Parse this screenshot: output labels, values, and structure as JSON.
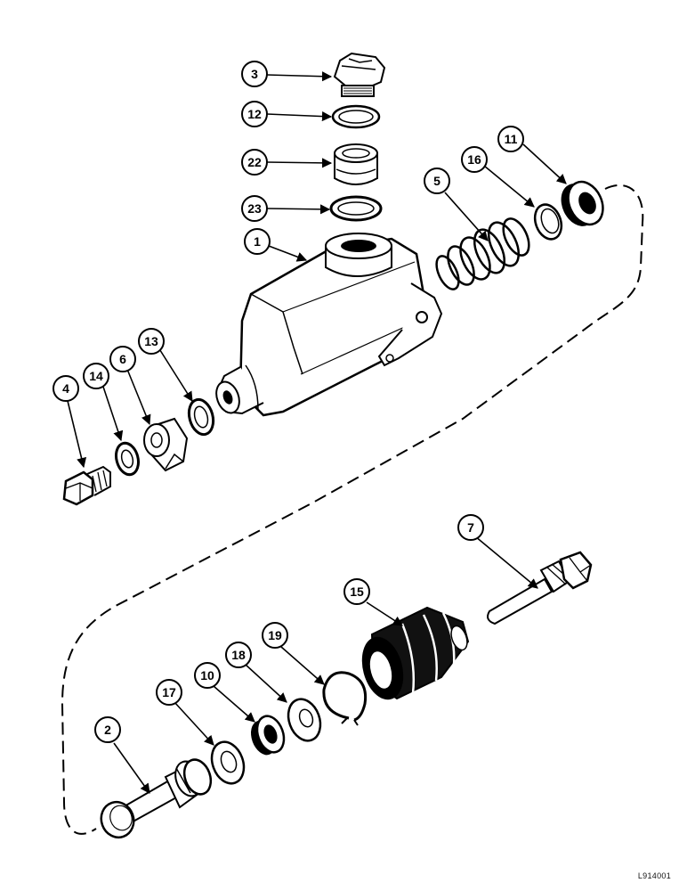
{
  "diagram": {
    "reference_code": "L914001",
    "callouts": [
      {
        "id": "c3",
        "label": "3"
      },
      {
        "id": "c12",
        "label": "12"
      },
      {
        "id": "c22",
        "label": "22"
      },
      {
        "id": "c23",
        "label": "23"
      },
      {
        "id": "c1",
        "label": "1"
      },
      {
        "id": "c5",
        "label": "5"
      },
      {
        "id": "c16",
        "label": "16"
      },
      {
        "id": "c11",
        "label": "11"
      },
      {
        "id": "c4",
        "label": "4"
      },
      {
        "id": "c14",
        "label": "14"
      },
      {
        "id": "c6",
        "label": "6"
      },
      {
        "id": "c13",
        "label": "13"
      },
      {
        "id": "c7",
        "label": "7"
      },
      {
        "id": "c15",
        "label": "15"
      },
      {
        "id": "c19",
        "label": "19"
      },
      {
        "id": "c18",
        "label": "18"
      },
      {
        "id": "c10",
        "label": "10"
      },
      {
        "id": "c17",
        "label": "17"
      },
      {
        "id": "c2",
        "label": "2"
      }
    ]
  }
}
